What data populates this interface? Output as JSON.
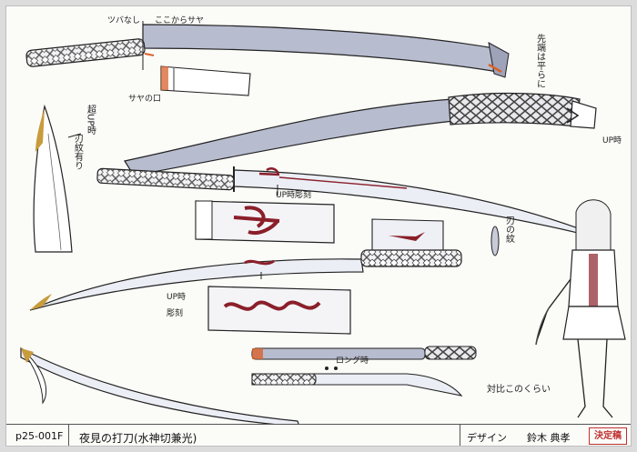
{
  "notes": {
    "tsuba_nashi": "ツバなし",
    "koko_kara_saya": "ここからサヤ",
    "saya_no_kuchi": "サヤの口",
    "sentan_hiraku": "先端は平らに",
    "up_ji": "UP時",
    "cho_up_ji": "超UP時",
    "hamon_ari": "刃紋有り",
    "up_ji_chokoku": "UP時彫刻",
    "up_ji2": "UP時",
    "chokoku": "彫刻",
    "ha_hamon": "刃の紋",
    "long_ji": "ロング時",
    "taihi": "対比このくらい"
  },
  "footer": {
    "code": "p25-001F",
    "title": "夜見の打刀(水神切兼光)",
    "design_label": "デザイン",
    "designer": "鈴木 典孝",
    "stamp": "決定稿"
  },
  "colors": {
    "steel": "#b8bccf",
    "steel_dark": "#9ea3ba",
    "blade_light": "#e9eaf2",
    "hilt_dark": "#2a2a2a",
    "engraving_red": "#8a1f2a",
    "gold": "#c89b3c",
    "orange_mark": "#d9622b"
  }
}
